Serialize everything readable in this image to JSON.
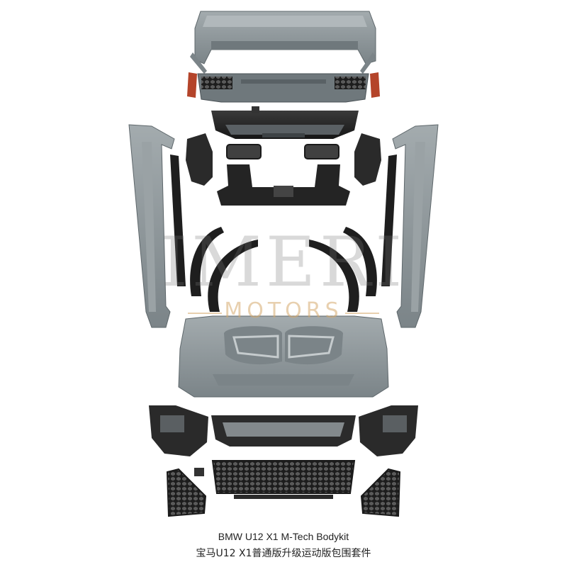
{
  "watermark": {
    "main": "IMERI",
    "sub": "MOTORS"
  },
  "caption": {
    "english": "BMW U12 X1 M-Tech Bodykit",
    "chinese": "宝马U12 X1普通版升级运动版包围套件"
  },
  "colors": {
    "primer_gray": "#8c9599",
    "primer_dark": "#6f787c",
    "black_plastic": "#262626",
    "reflector_red": "#b4442a",
    "watermark_gold": "#d6aa6e"
  }
}
